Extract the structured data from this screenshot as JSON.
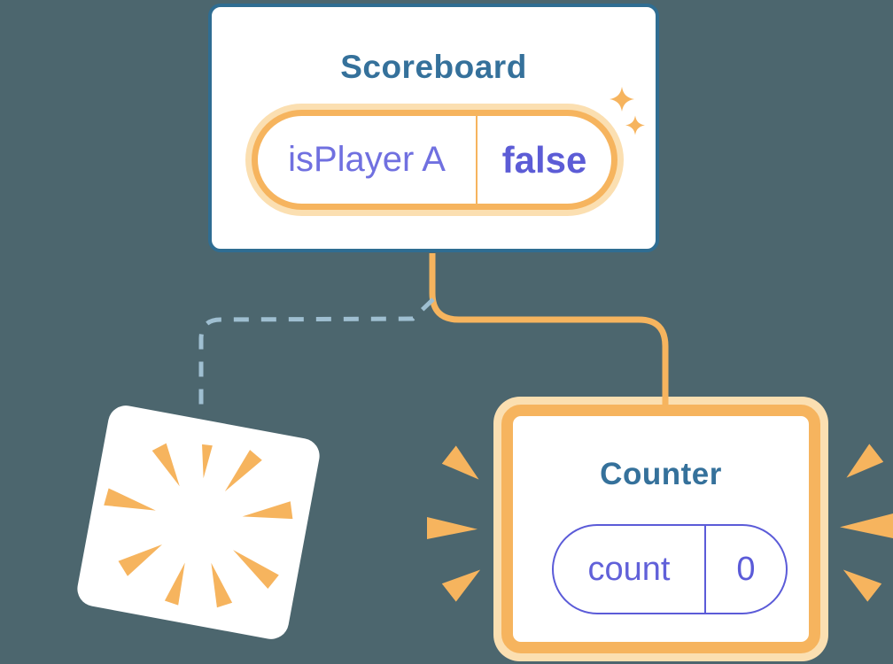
{
  "illustration": {
    "background_color": "#4c666e",
    "accent_orange": "#f6b45e",
    "accent_orange_glow": "#fbdfb1",
    "component_border_blue": "#2f6d92",
    "title_color": "#35719b",
    "state_key_color": "#7070e0",
    "state_value_color": "#5c5cd6",
    "dashed_line_color": "#9fbfd1"
  },
  "scoreboard": {
    "title": "Scoreboard",
    "state_pill": {
      "key": "isPlayer A",
      "value": "false"
    }
  },
  "counter": {
    "title": "Counter",
    "state_pill": {
      "key": "count",
      "value": "0"
    }
  }
}
